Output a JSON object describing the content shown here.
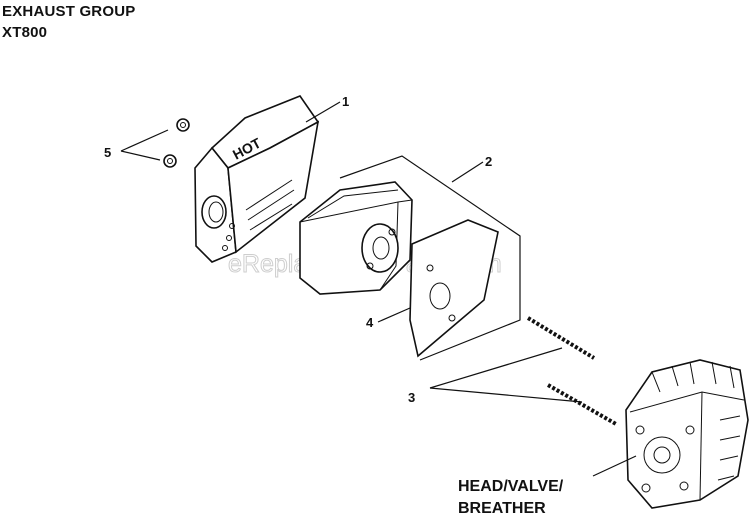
{
  "header": {
    "title_line1": "EXHAUST GROUP",
    "title_line2": "XT800"
  },
  "watermark": "eReplacementParts.com",
  "callouts": {
    "c1": "1",
    "c2": "2",
    "c3": "3",
    "c4": "4",
    "c5": "5"
  },
  "reference": {
    "line1": "HEAD/VALVE/",
    "line2": "BREATHER"
  },
  "shield_text": "HOT",
  "colors": {
    "ink": "#111111",
    "watermark": "#c9c9c9",
    "background": "#ffffff"
  }
}
